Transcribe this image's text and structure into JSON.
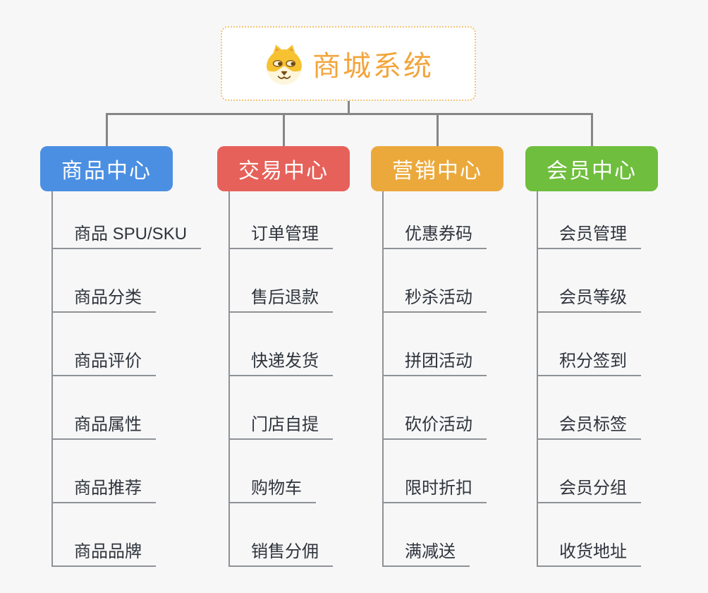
{
  "root": {
    "label": "商城系统",
    "icon": "shiba-dog-icon",
    "text_color": "#f2a53c",
    "border_color": "#f2c377"
  },
  "connector_color": "#868686",
  "background_color": "#f7f7f8",
  "branches": [
    {
      "label": "商品中心",
      "color": "#4b8fe2",
      "items": [
        "商品 SPU/SKU",
        "商品分类",
        "商品评价",
        "商品属性",
        "商品推荐",
        "商品品牌"
      ]
    },
    {
      "label": "交易中心",
      "color": "#e6615a",
      "items": [
        "订单管理",
        "售后退款",
        "快递发货",
        "门店自提",
        "购物车",
        "销售分佣"
      ]
    },
    {
      "label": "营销中心",
      "color": "#eba93c",
      "items": [
        "优惠券码",
        "秒杀活动",
        "拼团活动",
        "砍价活动",
        "限时折扣",
        "满减送"
      ]
    },
    {
      "label": "会员中心",
      "color": "#6fbe3e",
      "items": [
        "会员管理",
        "会员等级",
        "积分签到",
        "会员标签",
        "会员分组",
        "收货地址"
      ]
    }
  ]
}
